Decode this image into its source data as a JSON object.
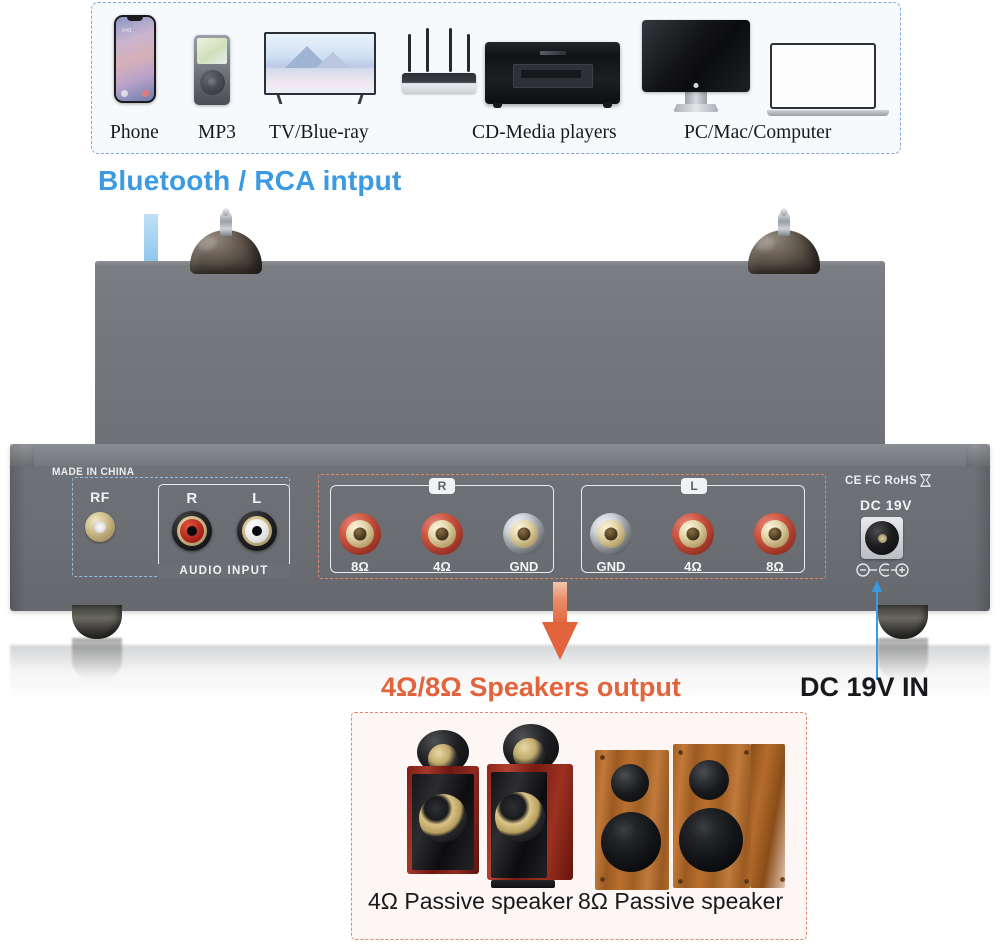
{
  "sources": {
    "items": [
      {
        "label": "Phone",
        "icon": "smartphone-icon"
      },
      {
        "label": "MP3",
        "icon": "mp3-player-icon"
      },
      {
        "label": "TV/Blue-ray",
        "icon": "tv-icon"
      },
      {
        "label": "CD-Media players",
        "icon": "cd-player-icon"
      },
      {
        "label": "PC/Mac/Computer",
        "icon": "monitor-icon"
      }
    ]
  },
  "headline": {
    "input_title": "Bluetooth / RCA intput"
  },
  "amplifier": {
    "made_in": "MADE IN CHINA",
    "input_section": {
      "rf_label": "RF",
      "rca_right_label": "R",
      "rca_left_label": "L",
      "audio_input_label": "AUDIO INPUT"
    },
    "speaker_section": {
      "right": {
        "channel": "R",
        "posts": [
          {
            "label": "8Ω",
            "color": "red"
          },
          {
            "label": "4Ω",
            "color": "red"
          },
          {
            "label": "GND",
            "color": "black"
          }
        ]
      },
      "left": {
        "channel": "L",
        "posts": [
          {
            "label": "GND",
            "color": "black"
          },
          {
            "label": "4Ω",
            "color": "red"
          },
          {
            "label": "8Ω",
            "color": "red"
          }
        ]
      }
    },
    "power_section": {
      "certifications": "CE FC RoHS",
      "weee_symbol": "weee-crossed-bin-icon",
      "dc_label": "DC 19V",
      "polarity_symbol": "center-positive-polarity-icon"
    }
  },
  "callouts": {
    "speakers_output": "4Ω/8Ω Speakers output",
    "dc_in": "DC 19V IN"
  },
  "speakers": {
    "items": [
      {
        "label": "4Ω Passive speaker",
        "icon": "bookshelf-speaker-gloss-icon"
      },
      {
        "label": "8Ω Passive speaker",
        "icon": "bookshelf-speaker-wood-icon"
      }
    ]
  },
  "colors": {
    "accent_blue": "#3b9ae1",
    "accent_orange": "#e2643c",
    "chassis_gray": "#6e7176",
    "panel_text": "#f0f2f4",
    "dashed_blue": "#8fbde6",
    "dashed_orange": "#d98a70"
  }
}
